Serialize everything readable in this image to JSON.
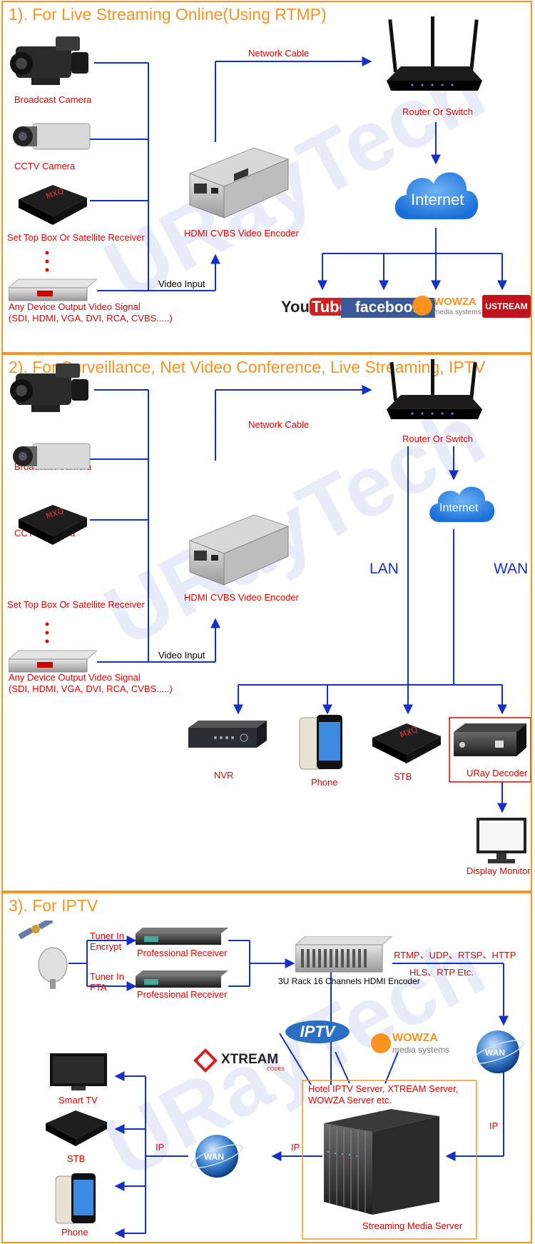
{
  "section1": {
    "title": "1). For Live Streaming Online(Using RTMP)",
    "broadcast_camera": "Broadcast Camera",
    "cctv_camera": "CCTV Camera",
    "set_top_box": "Set Top Box Or Satellite Receiver",
    "any_device_line1": "Any Device Output Video Signal",
    "any_device_line2": "(SDI, HDMI, VGA, DVI, RCA, CVBS.....)",
    "network_cable": "Network Cable",
    "encoder": "HDMI CVBS Video Encoder",
    "video_input": "Video Input",
    "router": "Router Or Switch",
    "internet": "Internet",
    "logos": {
      "youtube_a": "You",
      "youtube_b": "Tube",
      "facebook": "facebook",
      "wowza": "WOWZA",
      "wowza_sub": "media systems",
      "ustream": "USTREAM"
    }
  },
  "section2": {
    "title": "2). For Surveillance, Net Video Conference, Live Streaming, IPTV",
    "broadcast_camera": "Broadcast Camera",
    "cctv_camera": "CCTV Camera",
    "set_top_box": "Set Top Box Or Satellite Receiver",
    "any_device_line1": "Any Device Output Video Signal",
    "any_device_line2": "(SDI, HDMI, VGA, DVI, RCA, CVBS.....)",
    "network_cable": "Network Cable",
    "encoder": "HDMI CVBS Video Encoder",
    "video_input": "Video Input",
    "router": "Router Or Switch",
    "lan": "LAN",
    "internet": "Internet",
    "wan": "WAN",
    "nvr": "NVR",
    "phone": "Phone",
    "stb": "STB",
    "decoder": "URay Decoder",
    "monitor": "Display Monitor"
  },
  "section3": {
    "title": "3). For IPTV",
    "tuner_encrypt_1": "Tuner In",
    "tuner_encrypt_2": "Encrypt",
    "tuner_fta_1": "Tuner In",
    "tuner_fta_2": "FTA",
    "receiver_1": "Professional Receiver",
    "receiver_2": "Professional Receiver",
    "rack_encoder": "3U Rack 16 Channels HDMI Encoder",
    "protocols_1": "RTMP、UDP、RTSP、HTTP",
    "protocols_2": "HLS、RTP Etc.",
    "iptv_logo": "IPTV",
    "xtream_logo": "XTREAM",
    "xtream_sub": "CODES",
    "wowza_logo": "WOWZA",
    "wowza_sub": "media systems",
    "wan_right": "WAN",
    "wan_left": "WAN",
    "server_desc_1": "Hotel IPTV Server, XTREAM Server,",
    "server_desc_2": "WOWZA Server etc.",
    "streaming_server": "Streaming Media Server",
    "ip_right": "IP",
    "ip_middle": "IP",
    "ip_left": "IP",
    "smart_tv": "Smart TV",
    "stb": "STB",
    "phone": "Phone"
  },
  "colors": {
    "accent": "#f7931e",
    "wire": "#1430c8",
    "label": "#e60000"
  }
}
